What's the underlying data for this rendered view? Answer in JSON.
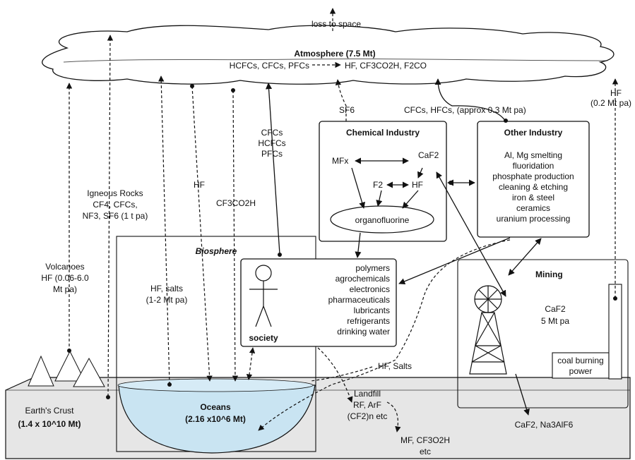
{
  "labels": {
    "loss_to_space": "loss to space",
    "atmosphere_title": "Atmosphere (7.5 Mt)",
    "atmosphere_reaction_left": "HCFCs, CFCs, PFCs",
    "atmosphere_reaction_right": "HF, CF3CO2H, F2CO",
    "sf6": "SF6",
    "cfcs_hfcs": "CFCs, HFCs, (approx 0.3 Mt pa)",
    "hf_label": "HF",
    "hf_rate": "(0.2 Mt pa)",
    "chemical_industry": "Chemical Industry",
    "mfx": "MFx",
    "caf2": "CaF2",
    "f2": "F2",
    "hf_chem": "HF",
    "organofluorine": "organofluorine",
    "other_industry": "Other Industry",
    "other_items": [
      "Al, Mg smelting",
      "fluoridation",
      "phosphate production",
      "cleaning & etching",
      "iron & steel",
      "ceramics",
      "uranium processing"
    ],
    "cfcs_stack": [
      "CFCs",
      "HCFCs",
      "PFCs"
    ],
    "igneous": [
      "Igneous Rocks",
      "CF4, CFCs,",
      "NF3, SF6 (1 t pa)"
    ],
    "hf_left": "HF",
    "cf3co2h": "CF3CO2H",
    "volcanoes": [
      "Volcanoes",
      "HF (0.06-6.0",
      "Mt pa)"
    ],
    "biosphere": "Biosphere",
    "hf_salts_rate": [
      "HF, salts",
      "(1-2 Mt pa)"
    ],
    "society": "society",
    "society_items": [
      "polymers",
      "agrochemicals",
      "electronics",
      "pharmaceuticals",
      "lubricants",
      "refrigerants",
      "drinking water"
    ],
    "mining": "Mining",
    "mining_caf2": "CaF2",
    "mining_rate": "5 Mt pa",
    "coal": [
      "coal burning",
      "power"
    ],
    "hf_salts": "HF, Salts",
    "earth_crust": "Earth's Crust",
    "earth_mass": "(1.4 x 10^10 Mt)",
    "oceans": "Oceans",
    "oceans_mass": "(2.16 x10^6 Mt)",
    "landfill": [
      "Landfill",
      "RF, ArF",
      "(CF2)n etc"
    ],
    "mf_cf3": [
      "MF, CF3O2H",
      "etc"
    ],
    "caf2_na3": "CaF2, Na3AlF6"
  },
  "colors": {
    "ocean": "#c9e4f2",
    "ground": "#e6e6e6",
    "stroke": "#111111"
  }
}
